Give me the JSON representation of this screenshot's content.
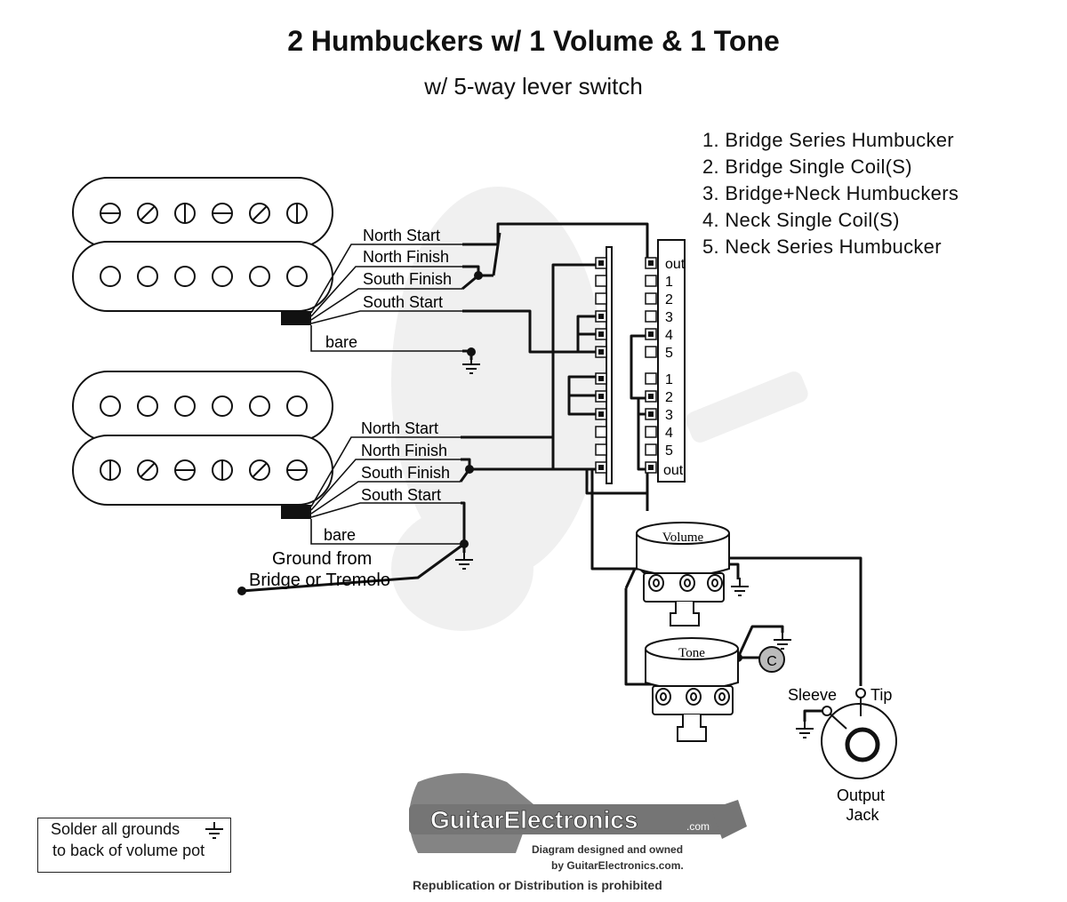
{
  "title": "2 Humbuckers w/ 1 Volume & 1 Tone",
  "subtitle": "w/ 5-way lever switch",
  "positions": [
    "1. Bridge Series Humbucker",
    "2. Bridge Single Coil(S)",
    "3. Bridge+Neck Humbuckers",
    "4. Neck Single Coil(S)",
    "5. Neck Series Humbucker"
  ],
  "neck_leads": {
    "north_start": "North Start",
    "north_finish": "North Finish",
    "south_finish": "South Finish",
    "south_start": "South Start",
    "bare": "bare"
  },
  "bridge_leads": {
    "north_start": "North Start",
    "north_finish": "North Finish",
    "south_finish": "South Finish",
    "south_start": "South Start",
    "bare": "bare"
  },
  "ground_note": {
    "line1": "Ground from",
    "line2": "Bridge or Tremolo"
  },
  "switch_labels": {
    "upper": [
      "out",
      "1",
      "2",
      "3",
      "4",
      "5"
    ],
    "lower": [
      "1",
      "2",
      "3",
      "4",
      "5",
      "out"
    ]
  },
  "pots": {
    "volume": "Volume",
    "tone": "Tone",
    "capacitor": "C"
  },
  "jack": {
    "sleeve": "Sleeve",
    "tip": "Tip",
    "line1": "Output",
    "line2": "Jack"
  },
  "solder_note": {
    "line1": "Solder all grounds",
    "line2": "to back of volume pot"
  },
  "watermark": {
    "brand": "GuitarElectronics",
    "tld": ".com",
    "line1": "Diagram designed and owned",
    "line2": "by GuitarElectronics.com.",
    "line3": "Republication or Distribution is prohibited"
  }
}
